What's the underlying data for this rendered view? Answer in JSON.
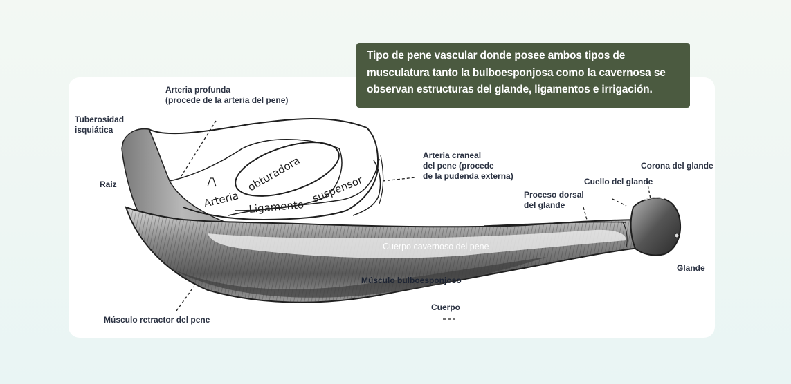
{
  "description": "Tipo de pene vascular donde posee ambos tipos de musculatura tanto la bulboesponjosa como la cavernosa se observan estructuras del glande, ligamentos e irrigación.",
  "labels": {
    "arteria_profunda": [
      "Arteria profunda",
      "(procede de la arteria del pene)"
    ],
    "tuberosidad": [
      "Tuberosidad",
      "isquiática"
    ],
    "raiz": "Raiz",
    "arteria_craneal": [
      "Arteria craneal",
      "del pene (procede",
      "de la pudenda externa)"
    ],
    "corona": "Corona del glande",
    "cuello": "Cuello del glande",
    "proceso_dorsal": [
      "Proceso dorsal",
      "del glande"
    ],
    "cuerpo_cavernoso": "Cuerpo cavernoso del pene",
    "glande": "Glande",
    "musculo_bulbo": "Músculo bulboesponjoso",
    "cuerpo": "Cuerpo",
    "musculo_retractor": "Músculo retractor del pene"
  },
  "engraved_labels": {
    "arteria": "Arteria",
    "obturadora": "obturadora",
    "ligamento": "Ligamento",
    "suspensor": "suspensor"
  }
}
